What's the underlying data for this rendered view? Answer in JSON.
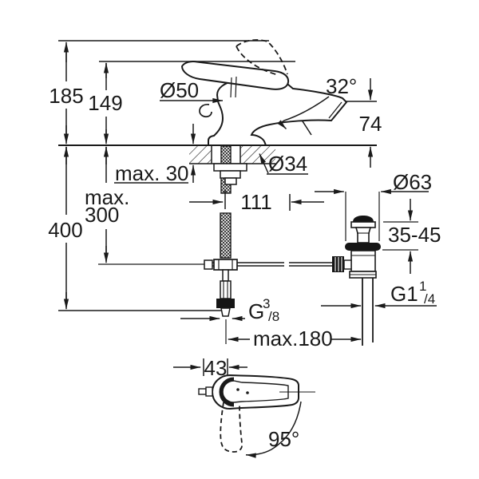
{
  "drawing": {
    "type": "technical-dimension-drawing",
    "subject": "single-lever basin mixer faucet with pop-up waste, side view and handle top view",
    "colors": {
      "line": "#1a1a1a",
      "background": "#ffffff",
      "fill_dark": "#151515"
    },
    "dimensions": {
      "height_total": "185",
      "height_to_spout_top": "149",
      "base_diameter": "Ø50",
      "spout_angle": "32°",
      "spout_height_above_deck": "74",
      "deck_thickness_max": "max. 30",
      "mounting_hole_diameter": "Ø34",
      "hose_length_max_line1": "max.",
      "hose_length_max_line2": "300",
      "total_length_below": "400",
      "rod_offset": "111",
      "waste_flange_diameter": "Ø63",
      "waste_clamp_range": "35-45",
      "inlet_thread": {
        "base": "G",
        "sup": "3",
        "sub": "/8"
      },
      "waste_thread": {
        "base": "G1",
        "sup": "1",
        "sub": "/4"
      },
      "reach_max": "max.180",
      "handle_width": "43",
      "handle_swivel_angle": "95°"
    }
  }
}
